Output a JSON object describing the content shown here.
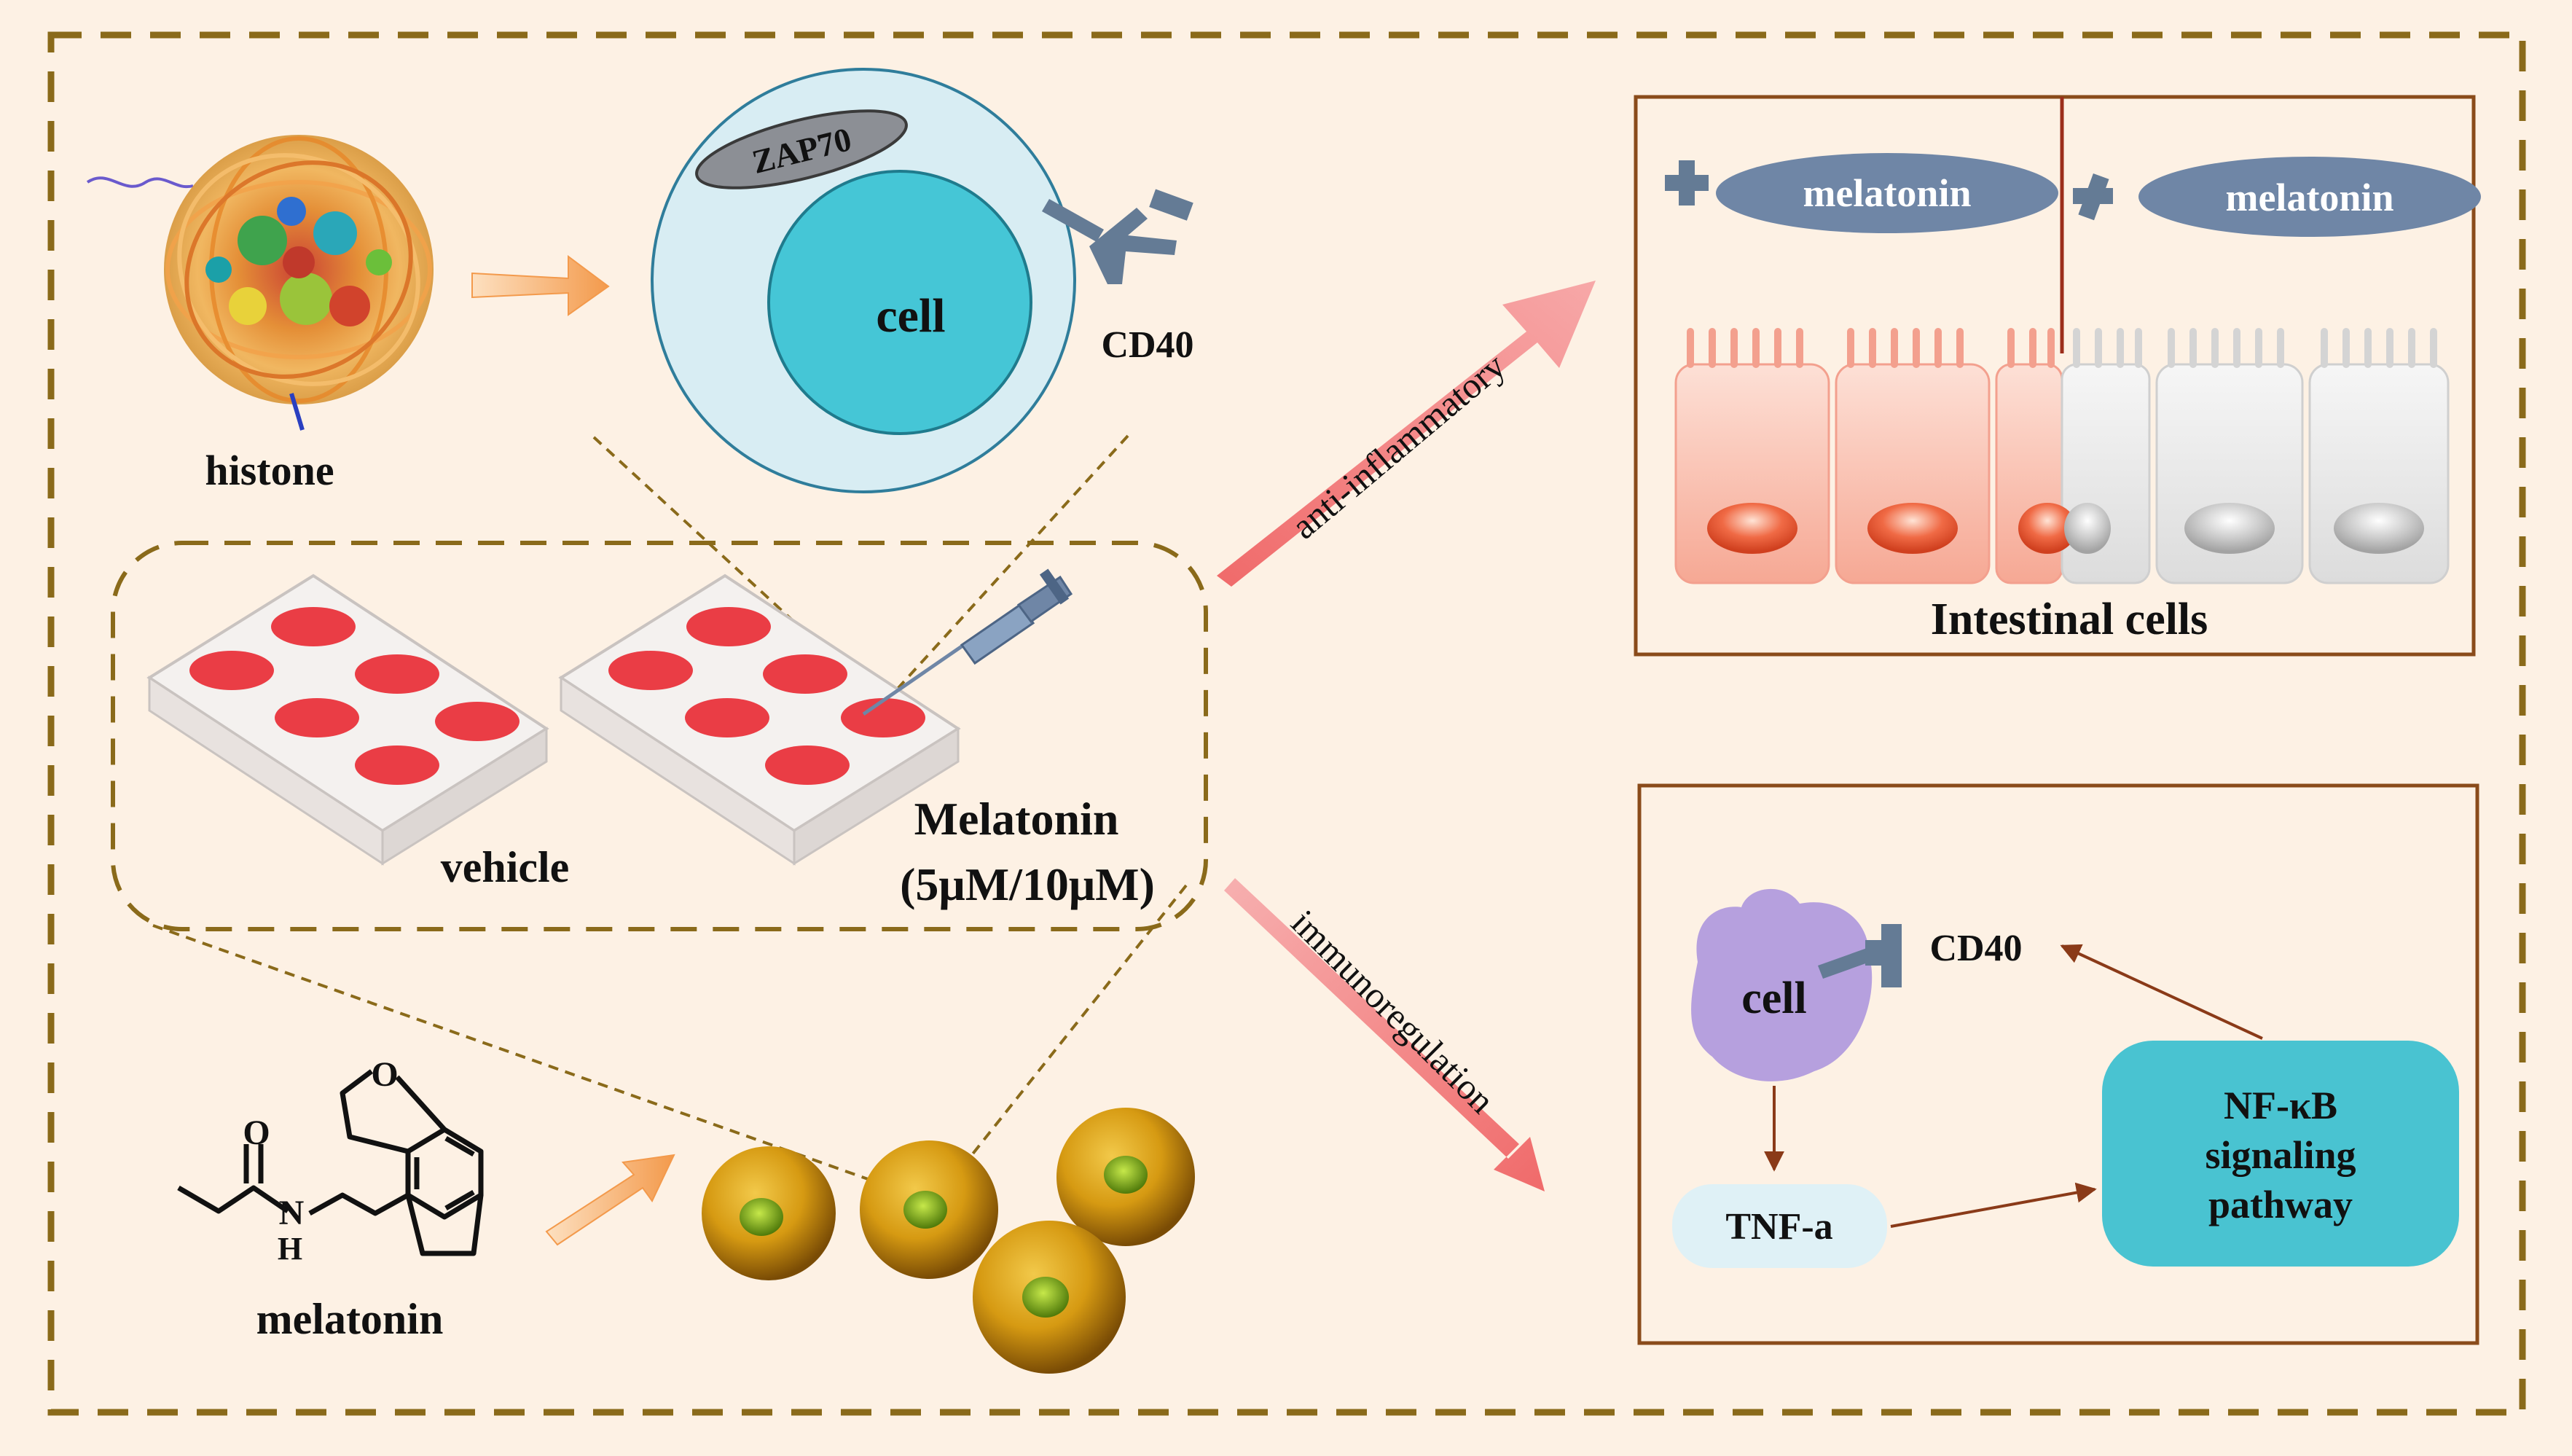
{
  "colors": {
    "background": "#fdf1e4",
    "frame": "#8a6a1a",
    "arrow_pink": "#f47d7d",
    "arrow_orange": "#f7a35c",
    "cell_outer": "#d8edf3",
    "cell_nucleus": "#45c6d6",
    "receptor": "#647b95",
    "pill": "#6f86a6",
    "intestine_red": "#f8b4a2",
    "intestine_grey": "#e6e6e6",
    "nfkb": "#49c3d1",
    "tnf": "#dff1f6",
    "purple_cell": "#b6a0de",
    "box_border": "#8a4b1a",
    "thin_arrow": "#8a3a18"
  },
  "labels": {
    "histone": "histone",
    "zap70": "ZAP70",
    "cell_top": "cell",
    "cd40_top": "CD40",
    "vehicle": "vehicle",
    "melatonin_treat": "Melatonin",
    "dose": "(5μM/10μM)",
    "melatonin_molecule": "melatonin",
    "nh": "H",
    "n": "N",
    "o": "O",
    "anti_inflammatory": "anti-inflammatory",
    "immunoregulation": "immunoregulation",
    "melatonin_plus": "melatonin",
    "melatonin_minus": "melatonin",
    "intestinal_cells": "Intestinal cells",
    "cell_bottom": "cell",
    "cd40_bottom": "CD40",
    "tnf": "TNF-a",
    "nfkb_line1": "NF-κB",
    "nfkb_line2": "signaling",
    "nfkb_line3": "pathway"
  }
}
